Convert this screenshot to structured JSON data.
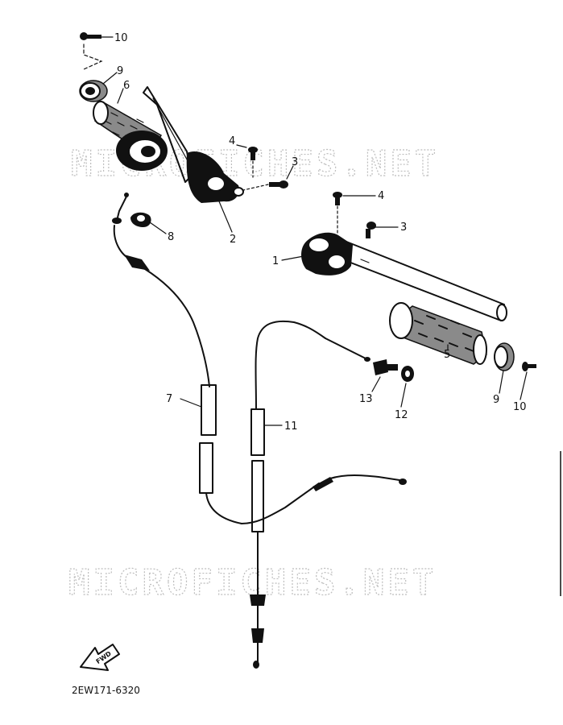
{
  "watermark": {
    "text_upper": "MICROFICHES.NET",
    "text_lower": "MICROFICHES.NET"
  },
  "callouts": {
    "n1": "1",
    "n2": "2",
    "n3_upper": "3",
    "n3_lower": "3",
    "n4_upper": "4",
    "n4_lower": "4",
    "n5": "5",
    "n6": "6",
    "n7": "7",
    "n8": "8",
    "n9_upper": "9",
    "n9_lower": "9",
    "n10_upper": "10",
    "n10_lower": "10",
    "n11": "11",
    "n12": "12",
    "n13": "13"
  },
  "fwd_label": "FWD",
  "catalog_code": "2EW171-6320",
  "colors": {
    "ink": "#111111",
    "watermark": "#bdbdbd",
    "background": "#ffffff"
  }
}
